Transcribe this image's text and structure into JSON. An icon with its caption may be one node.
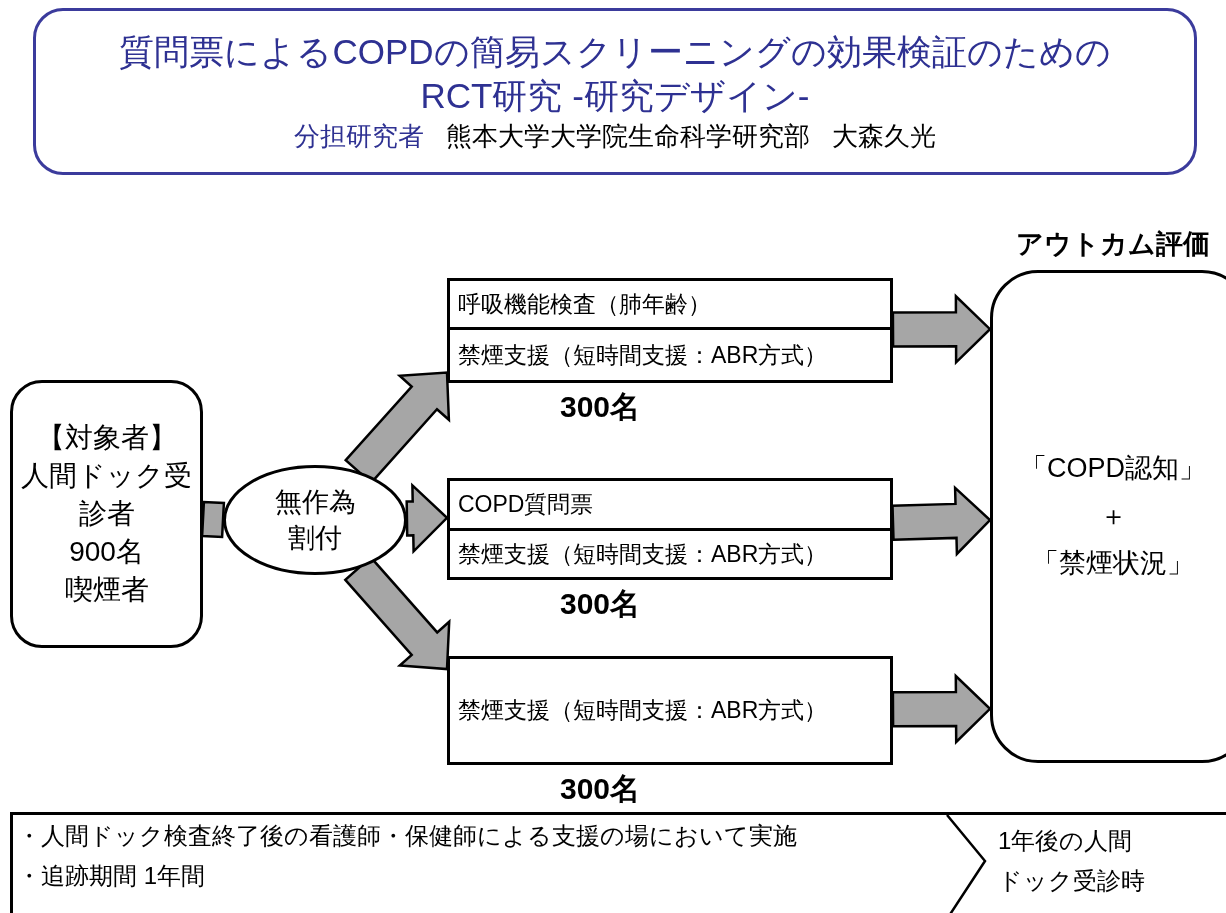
{
  "diagram": {
    "title": "質問票によるCOPDの簡易スクリーニングの効果検証のためのRCT研究 -研究デザイン-",
    "nodes": [
      {
        "text": [
          "【対象者】",
          "人間ドック受診者",
          "900名",
          "喫煙者"
        ]
      },
      {
        "text": [
          "無作為割付"
        ]
      },
      {
        "text": [],
        "shape": "box",
        "beside": [
          "300名"
        ]
      },
      {
        "text": [
          "呼吸機能検査（肺年齢）"
        ],
        "in": 2
      },
      {
        "text": [
          "禁煙支援（短時間支援：ABR方式）"
        ],
        "in": 2
      },
      {
        "text": [],
        "shape": "box",
        "beside": [
          "300名"
        ]
      },
      {
        "text": [
          "COPD質問票"
        ],
        "in": 5
      },
      {
        "text": [
          "禁煙支援（短時間支援：ABR方式）"
        ],
        "in": 5
      },
      {
        "text": [
          "禁煙支援（短時間支援：ABR方式）"
        ],
        "beside": [
          "300名"
        ]
      },
      {
        "text": [
          "アウトカム評価",
          "「COPD認知」",
          "＋",
          "「禁煙状況」"
        ]
      },
      {
        "text": [
          "・人間ドック検査終了後の看護師・保健師による支援の場において実施",
          "・追跡期間 1年間",
          "1年後の人間ドック受診時"
        ]
      }
    ],
    "edges": [
      {
        "from": 0,
        "to": 1,
        "arrow": "none"
      },
      {
        "from": 1,
        "to": 2,
        "arrow": "to"
      },
      {
        "from": 1,
        "to": 5,
        "arrow": "to"
      },
      {
        "from": 1,
        "to": 8,
        "arrow": "to"
      },
      {
        "from": 2,
        "to": 9,
        "arrow": "to"
      },
      {
        "from": 5,
        "to": 9,
        "arrow": "to"
      },
      {
        "from": 8,
        "to": 9,
        "arrow": "to"
      }
    ],
    "labels": [
      "分担研究者",
      "熊本大学大学院生命科学研究部",
      "大森久光"
    ]
  }
}
